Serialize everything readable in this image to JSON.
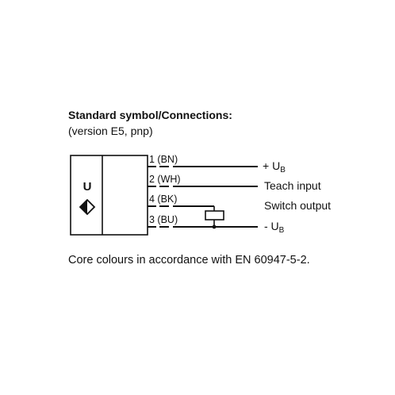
{
  "title": "Standard symbol/Connections:",
  "subtitle": "(version E5, pnp)",
  "sensor_symbol": {
    "letter": "U",
    "icon": "ultrasonic-sensor-diamond-icon"
  },
  "wires": [
    {
      "label": "1 (BN)",
      "terminal": "+ U",
      "terminal_sub": "B"
    },
    {
      "label": "2 (WH)",
      "terminal": "Teach input",
      "terminal_sub": ""
    },
    {
      "label": "4 (BK)",
      "terminal": "Switch output",
      "terminal_sub": ""
    },
    {
      "label": "3 (BU)",
      "terminal": "- U",
      "terminal_sub": "B"
    }
  ],
  "load_symbol": "load-resistor-icon",
  "footnote": "Core colours in accordance with EN 60947-5-2."
}
